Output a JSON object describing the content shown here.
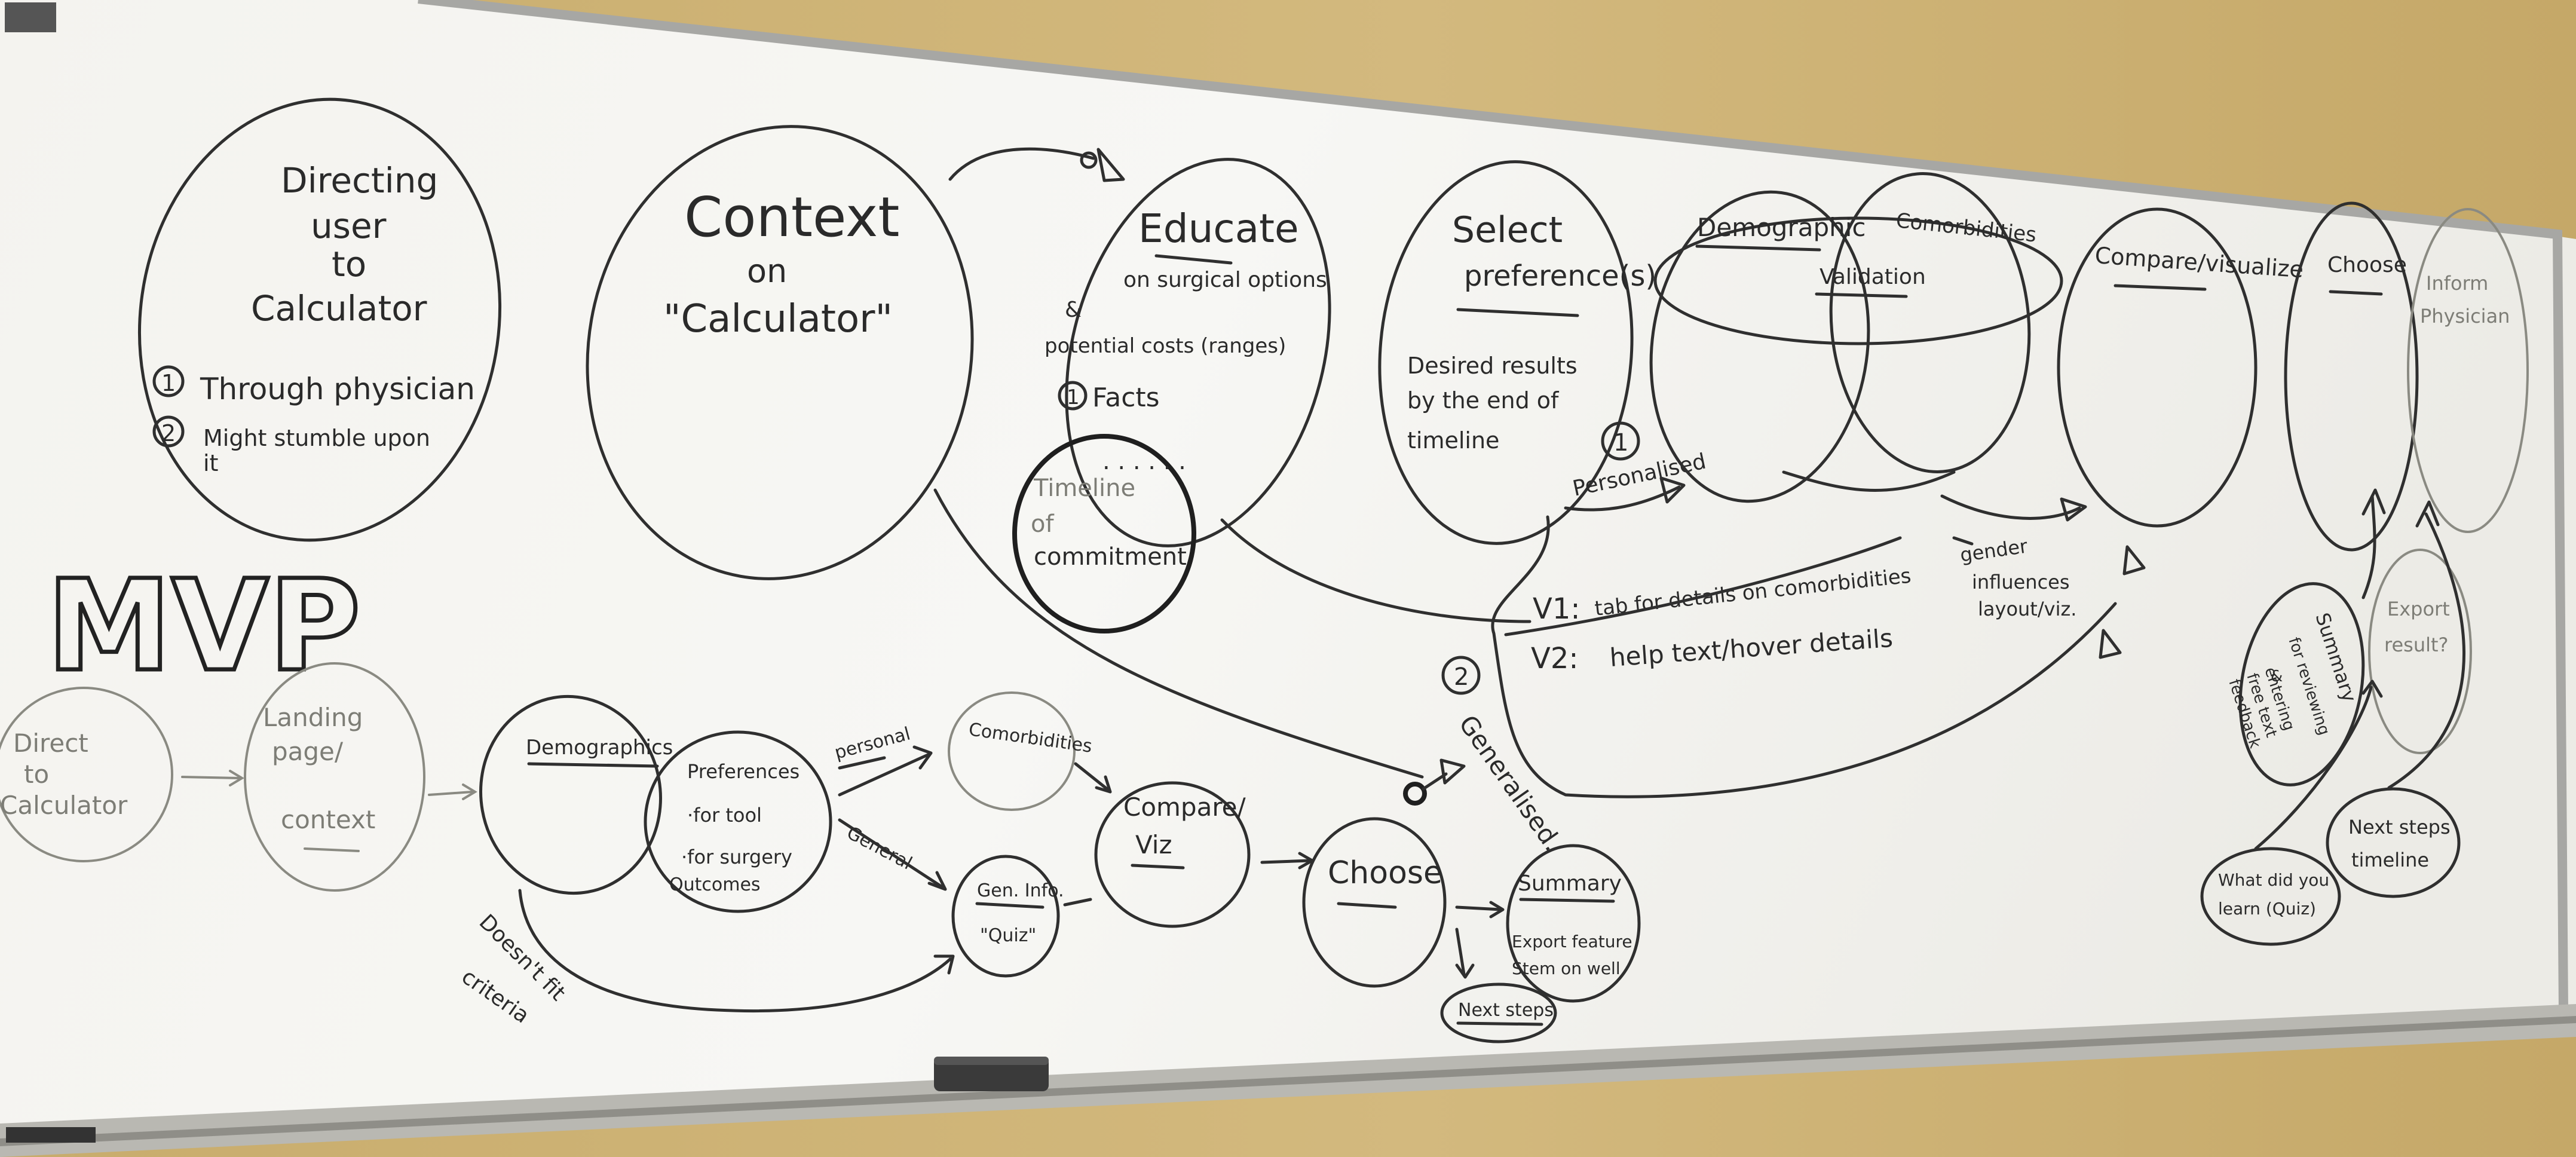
{
  "upper": {
    "directing": {
      "title": [
        "Directing",
        "user",
        "to",
        "Calculator"
      ],
      "item_1_num": "1",
      "item_1": "Through physician",
      "item_2_num": "2",
      "item_2": "Might stumble upon",
      "item_2b": "it"
    },
    "context": {
      "title": "Context",
      "line2": "on",
      "line3": "\"Calculator\""
    },
    "educate": {
      "title": "Educate",
      "line1": "on surgical options",
      "line2": "&",
      "line3": "potential costs (ranges)",
      "facts_num": "1",
      "facts": "Facts"
    },
    "timeline": {
      "lines": [
        "Timeline",
        "of",
        "commitment"
      ],
      "dots": ". . . . . ."
    },
    "select": {
      "title": "Select",
      "title2": "preference(s)",
      "body": [
        "Desired results",
        "by the end of",
        "timeline"
      ]
    },
    "personalised": {
      "num": "1",
      "label": "Personalised"
    },
    "demographic": "Demographic",
    "comorbidities": "Comorbidities",
    "validation": "Validation",
    "compare": "Compare/visualize",
    "choose": "Choose",
    "inform": {
      "line1": "Inform",
      "line2": "Physician"
    },
    "v1": {
      "prefix": "V1:",
      "text": "tab for details on comorbidities"
    },
    "v2": {
      "num": "2",
      "prefix": "V2:",
      "text": "help text/hover details"
    },
    "generalised": "Generalised.",
    "gender": {
      "line1": "gender",
      "line2": "influences",
      "line3": "layout/viz."
    },
    "summary": {
      "title": "Summary",
      "body": [
        "for reviewing",
        "&",
        "entering",
        "free text",
        "feedback"
      ]
    },
    "export": {
      "line1": "Export",
      "line2": "result?"
    },
    "next_steps_timeline": {
      "line1": "Next steps",
      "line2": "timeline"
    },
    "quiz": {
      "line1": "What did you",
      "line2": "learn (Quiz)"
    }
  },
  "mvp": {
    "heading": "MVP",
    "direct": {
      "line1": "Direct",
      "line2": "to",
      "line3": "Calculator"
    },
    "landing": {
      "line1": "Landing",
      "line2": "page/",
      "line3": "context"
    },
    "demographics": "Demographics",
    "preferences": {
      "line1": "Preferences",
      "line2": "·for tool",
      "line3": "·for surgery",
      "line4": "Outcomes"
    },
    "personal": "personal",
    "general": "General",
    "comorbidities": "Comorbidities",
    "gen_info": {
      "line1": "Gen. Info.",
      "line2": "\"Quiz\""
    },
    "compare": {
      "line1": "Compare/",
      "line2": "Viz"
    },
    "choose": "Choose",
    "summary": {
      "title": "Summary",
      "line1": "Export feature",
      "line2": "Stem on well"
    },
    "next_steps": "Next steps",
    "doesnt_fit": {
      "line1": "Doesn't fit",
      "line2": "criteria"
    }
  },
  "misc": {
    "corner_label": ""
  }
}
